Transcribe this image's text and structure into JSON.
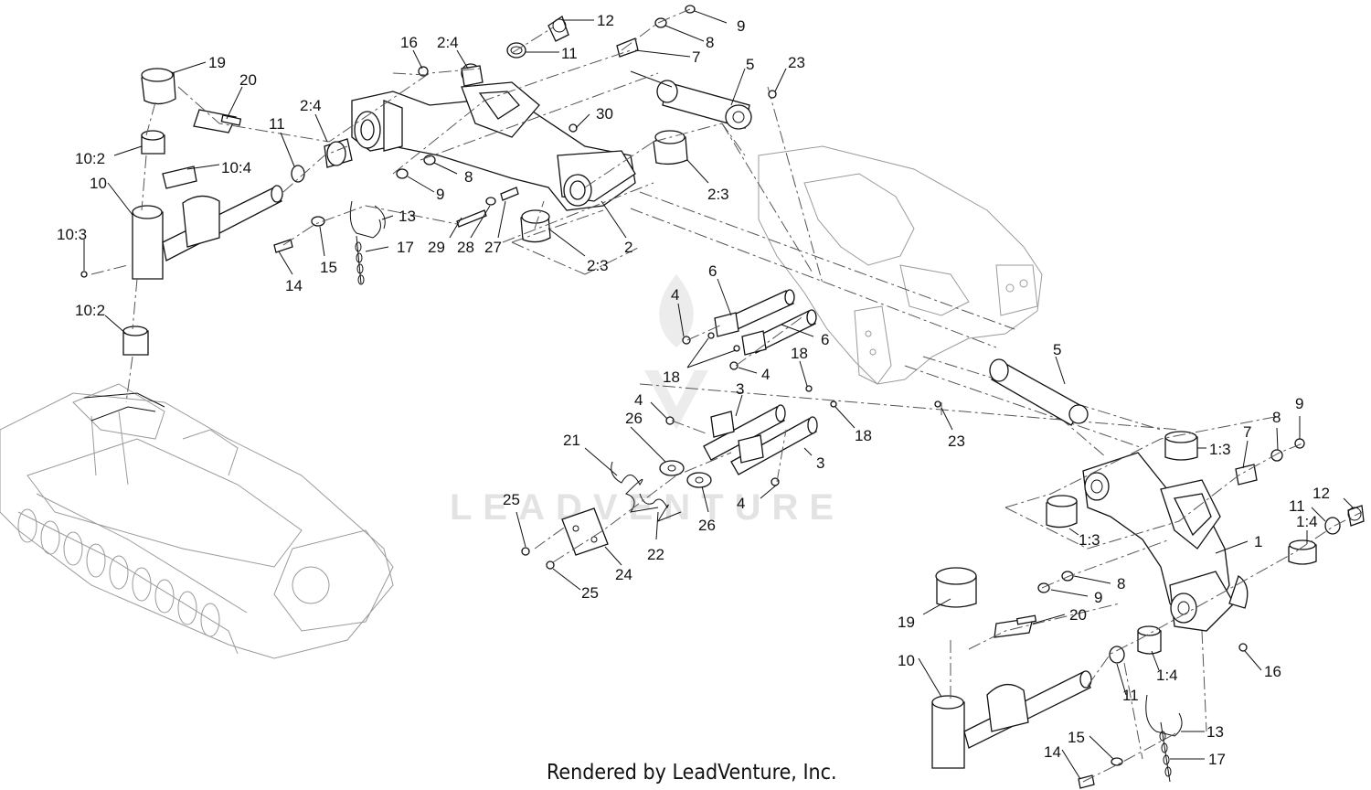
{
  "callouts": [
    {
      "id": "c19a",
      "text": "19"
    },
    {
      "id": "c20a",
      "text": "20"
    },
    {
      "id": "c10_2a",
      "text": "10:2"
    },
    {
      "id": "c10_4",
      "text": "10:4"
    },
    {
      "id": "c10a",
      "text": "10"
    },
    {
      "id": "c10_3",
      "text": "10:3"
    },
    {
      "id": "c10_2b",
      "text": "10:2"
    },
    {
      "id": "c16a",
      "text": "16"
    },
    {
      "id": "c2_4a",
      "text": "2:4"
    },
    {
      "id": "c12a",
      "text": "12"
    },
    {
      "id": "c9a",
      "text": "9"
    },
    {
      "id": "c8a",
      "text": "8"
    },
    {
      "id": "c11a",
      "text": "11"
    },
    {
      "id": "c7a",
      "text": "7"
    },
    {
      "id": "c5a",
      "text": "5"
    },
    {
      "id": "c23a",
      "text": "23"
    },
    {
      "id": "c2_4b",
      "text": "2:4"
    },
    {
      "id": "c11b",
      "text": "11"
    },
    {
      "id": "c30",
      "text": "30"
    },
    {
      "id": "c8b",
      "text": "8"
    },
    {
      "id": "c9b",
      "text": "9"
    },
    {
      "id": "c2_3a",
      "text": "2:3"
    },
    {
      "id": "c13a",
      "text": "13"
    },
    {
      "id": "c17a",
      "text": "17"
    },
    {
      "id": "c29",
      "text": "29"
    },
    {
      "id": "c28",
      "text": "28"
    },
    {
      "id": "c27",
      "text": "27"
    },
    {
      "id": "c2",
      "text": "2"
    },
    {
      "id": "c2_3b",
      "text": "2:3"
    },
    {
      "id": "c14a",
      "text": "14"
    },
    {
      "id": "c15a",
      "text": "15"
    },
    {
      "id": "c6a",
      "text": "6"
    },
    {
      "id": "c4a",
      "text": "4"
    },
    {
      "id": "c6b",
      "text": "6"
    },
    {
      "id": "c18a",
      "text": "18"
    },
    {
      "id": "c18b",
      "text": "18"
    },
    {
      "id": "c4b",
      "text": "4"
    },
    {
      "id": "c5b",
      "text": "5"
    },
    {
      "id": "c4c",
      "text": "4"
    },
    {
      "id": "c3a",
      "text": "3"
    },
    {
      "id": "c18c",
      "text": "18"
    },
    {
      "id": "c23b",
      "text": "23"
    },
    {
      "id": "c26a",
      "text": "26"
    },
    {
      "id": "c21",
      "text": "21"
    },
    {
      "id": "c3b",
      "text": "3"
    },
    {
      "id": "c4d",
      "text": "4"
    },
    {
      "id": "c26b",
      "text": "26"
    },
    {
      "id": "c25a",
      "text": "25"
    },
    {
      "id": "c22",
      "text": "22"
    },
    {
      "id": "c24",
      "text": "24"
    },
    {
      "id": "c25b",
      "text": "25"
    },
    {
      "id": "c7b",
      "text": "7"
    },
    {
      "id": "c8c",
      "text": "8"
    },
    {
      "id": "c9c",
      "text": "9"
    },
    {
      "id": "c1_3a",
      "text": "1:3"
    },
    {
      "id": "c1_3b",
      "text": "1:3"
    },
    {
      "id": "c12b",
      "text": "12"
    },
    {
      "id": "c11c",
      "text": "11"
    },
    {
      "id": "c1_4a",
      "text": "1:4"
    },
    {
      "id": "c1",
      "text": "1"
    },
    {
      "id": "c8d",
      "text": "8"
    },
    {
      "id": "c9d",
      "text": "9"
    },
    {
      "id": "c20b",
      "text": "20"
    },
    {
      "id": "c19b",
      "text": "19"
    },
    {
      "id": "c10b",
      "text": "10"
    },
    {
      "id": "c16b",
      "text": "16"
    },
    {
      "id": "c1_4b",
      "text": "1:4"
    },
    {
      "id": "c11d",
      "text": "11"
    },
    {
      "id": "c13b",
      "text": "13"
    },
    {
      "id": "c15b",
      "text": "15"
    },
    {
      "id": "c14b",
      "text": "14"
    },
    {
      "id": "c17b",
      "text": "17"
    }
  ],
  "watermark": "LEADVENTURE",
  "footer": "Rendered by LeadVenture, Inc."
}
